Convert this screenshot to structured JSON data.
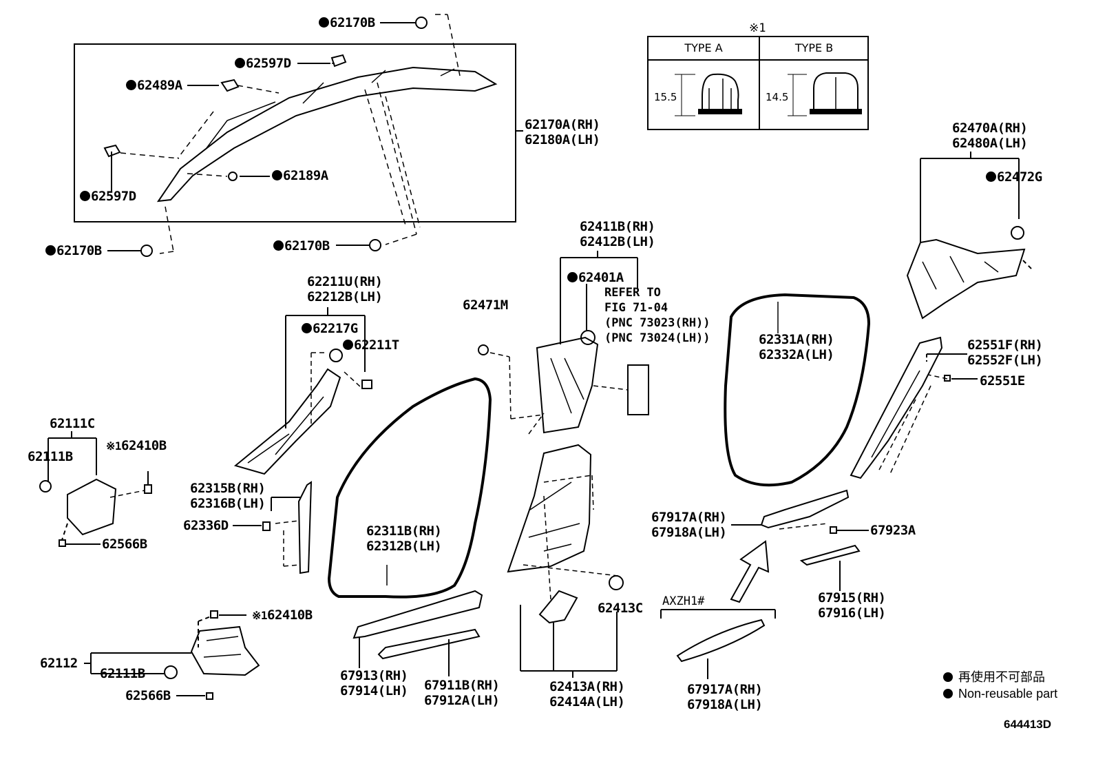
{
  "diagram": {
    "table": {
      "marker": "※1",
      "col_a": "TYPE A",
      "col_b": "TYPE B",
      "dim_a": "15.5",
      "dim_b": "14.5"
    },
    "labels": {
      "l62170B_top": "62170B",
      "l62597D_top": "62597D",
      "l62489A": "62489A",
      "l62170A": "62170A(RH)",
      "l62180A": "62180A(LH)",
      "l62189A": "62189A",
      "l62597D_left": "62597D",
      "l62170B_left": "62170B",
      "l62170B_mid": "62170B",
      "l62470A": "62470A(RH)",
      "l62480A": "62480A(LH)",
      "l62472G": "62472G",
      "l62411B": "62411B(RH)",
      "l62412B": "62412B(LH)",
      "l62401A": "62401A",
      "refer": "REFER TO",
      "fig": "FIG 71-04",
      "pnc1": "(PNC 73023(RH))",
      "pnc2": "(PNC 73024(LH))",
      "l62211U": "62211U(RH)",
      "l62212B": "62212B(LH)",
      "l62217G": "62217G",
      "l62211T": "62211T",
      "l62471M": "62471M",
      "l62331A": "62331A(RH)",
      "l62332A": "62332A(LH)",
      "l62551F": "62551F(RH)",
      "l62552F": "62552F(LH)",
      "l62551E": "62551E",
      "l62111C": "62111C",
      "l62111B": "62111B",
      "l62410B_top": "62410B",
      "mark1": "※1",
      "l62566B_top": "62566B",
      "l62315B": "62315B(RH)",
      "l62316B": "62316B(LH)",
      "l62336D": "62336D",
      "l62311B": "62311B(RH)",
      "l62312B": "62312B(LH)",
      "l67917A_top": "67917A(RH)",
      "l67918A_top": "67918A(LH)",
      "l67923A": "67923A",
      "l62413C": "62413C",
      "l67915": "67915(RH)",
      "l67916": "67916(LH)",
      "axzh": "AXZH1#",
      "l62410B_bot": "62410B",
      "mark1b": "※1",
      "l62112": "62112",
      "l62111B_bot": "62111B",
      "l62566B_bot": "62566B",
      "l67913": "67913(RH)",
      "l67914": "67914(LH)",
      "l67911B": "67911B(RH)",
      "l67912A": "67912A(LH)",
      "l62413A": "62413A(RH)",
      "l62414A": "62414A(LH)",
      "l67917A_bot": "67917A(RH)",
      "l67918A_bot": "67918A(LH)"
    },
    "legend": {
      "jp": "再使用不可部品",
      "en": "Non-reusable part"
    },
    "figure_code": "644413D"
  }
}
